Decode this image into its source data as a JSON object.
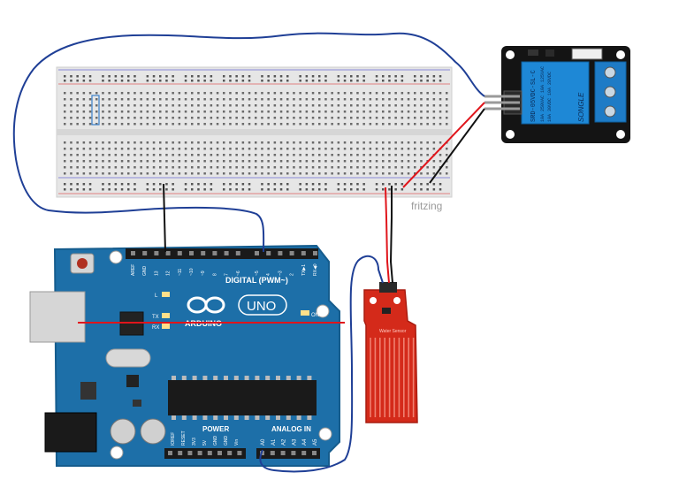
{
  "watermark": "fritzing",
  "arduino": {
    "digital_header": "DIGITAL (PWM~)",
    "logo_text": "ARDUINO",
    "model": "UNO",
    "power_label": "POWER",
    "analog_label": "ANALOG IN",
    "on_label": "ON",
    "top_pins": [
      "AREF",
      "GND",
      "13",
      "12",
      "~11",
      "~10",
      "~9",
      "8",
      "7",
      "~6",
      "~5",
      "4",
      "~3",
      "2",
      "TX▶1",
      "RX◀0"
    ],
    "power_pins": [
      "IOREF",
      "RESET",
      "3V3",
      "5V",
      "GND",
      "GND",
      "Vin"
    ],
    "analog_pins": [
      "A0",
      "A1",
      "A2",
      "A3",
      "A4",
      "A5"
    ],
    "leds": [
      "L",
      "TX",
      "RX"
    ]
  },
  "relay": {
    "model_text": "SRD-05VDC-SL-C",
    "ratings": [
      "10A 250VAC 10A 125VAC",
      "10A 30VDC 10A 28VDC"
    ],
    "brand": "SONGLE"
  },
  "sensor": {
    "label": "Water Sensor"
  },
  "colors": {
    "board": "#1d6fa8",
    "wire_blue": "#1f3f96",
    "wire_red": "#e0151b",
    "wire_black": "#111111",
    "sensor": "#d42a1a",
    "relay_block": "#1e88d6",
    "breadboard": "#e4e4e4"
  }
}
